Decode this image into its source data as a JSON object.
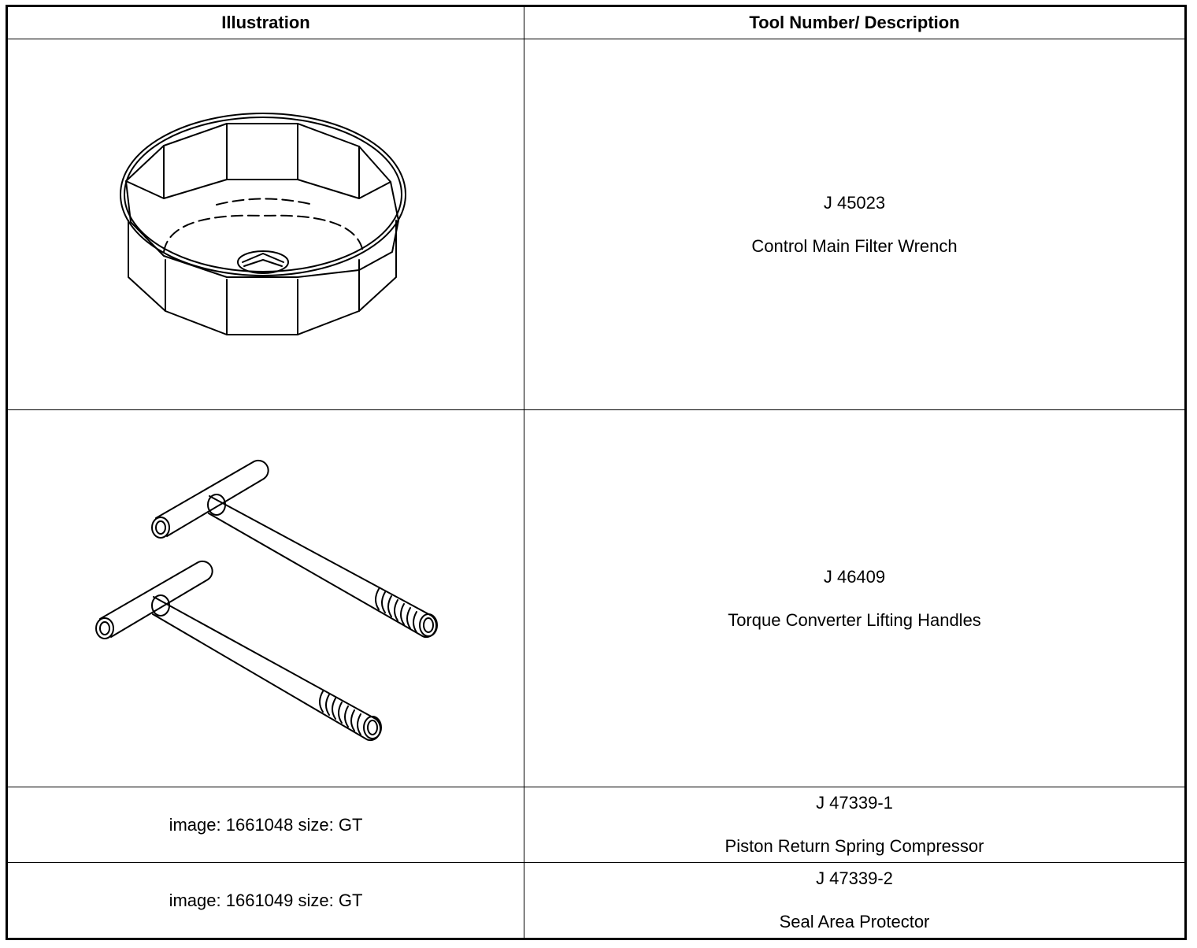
{
  "header": {
    "illustration": "Illustration",
    "description": "Tool Number/ Description"
  },
  "rows": [
    {
      "illustration_icon": "filter-wrench-cup-icon",
      "tool_number": "J 45023",
      "tool_name": "Control Main Filter Wrench"
    },
    {
      "illustration_icon": "t-handle-lifting-icon",
      "tool_number": "J 46409",
      "tool_name": "Torque Converter Lifting Handles"
    },
    {
      "illustration_text": "image: 1661048 size: GT",
      "tool_number": "J 47339-1",
      "tool_name": "Piston Return Spring Compressor"
    },
    {
      "illustration_text": "image: 1661049 size: GT",
      "tool_number": "J 47339-2",
      "tool_name": "Seal Area Protector"
    }
  ]
}
